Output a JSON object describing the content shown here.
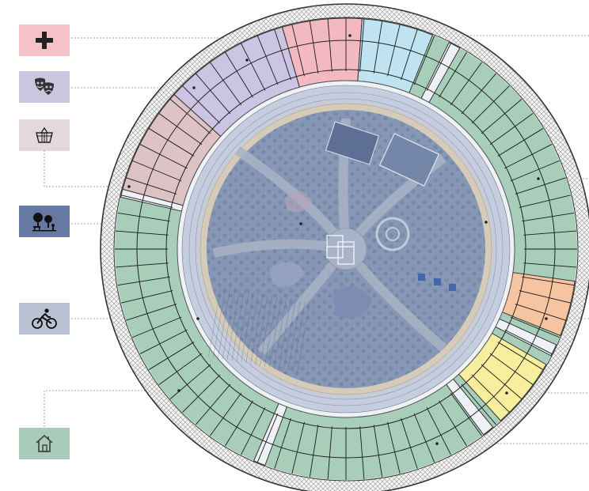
{
  "legend": [
    {
      "id": "medical",
      "icon": "medical-cross-icon",
      "color": "#f5c2c7"
    },
    {
      "id": "culture",
      "icon": "theater-masks-icon",
      "color": "#c9c6e0"
    },
    {
      "id": "retail",
      "icon": "shopping-basket-icon",
      "color": "#e4d8da"
    },
    {
      "id": "park",
      "icon": "park-trees-icon",
      "color": "#6679a3"
    },
    {
      "id": "sport",
      "icon": "cyclist-icon",
      "color": "#b9c3d4"
    },
    {
      "id": "housing",
      "icon": "house-icon",
      "color": "#a9cbb9"
    }
  ],
  "zones": {
    "housing": "#a8cdb9",
    "medical": "#f2b9c0",
    "culture": "#cbc4e2",
    "retail": "#ddc3c3",
    "education": "#bfe3f0",
    "office": "#f6c4a0",
    "hotel": "#f7ef9e",
    "park": "#7f93bb",
    "ring": "#c4cee0"
  }
}
